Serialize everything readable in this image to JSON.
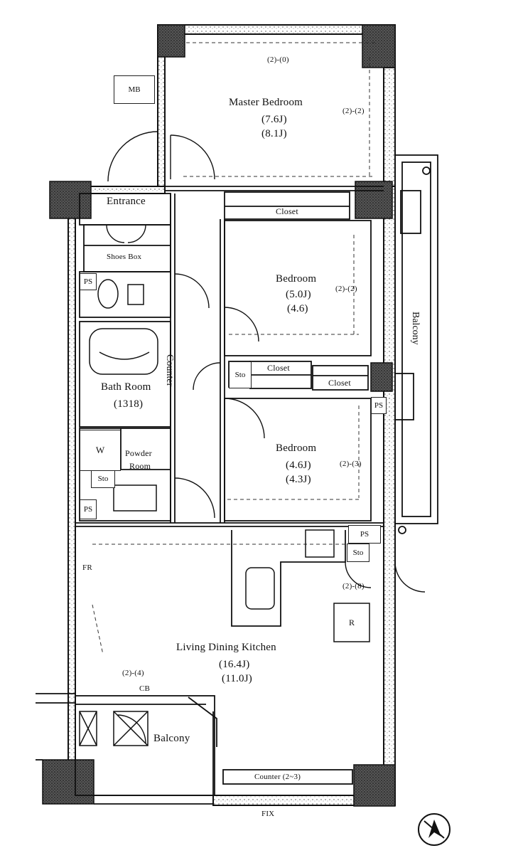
{
  "rooms": {
    "master_bedroom": {
      "name": "Master Bedroom",
      "tatami": "(7.6J)",
      "area": "(8.1J)"
    },
    "bedroom_1": {
      "name": "Bedroom",
      "tatami": "(5.0J)",
      "area": "(4.6)"
    },
    "bedroom_2": {
      "name": "Bedroom",
      "tatami": "(4.6J)",
      "area": "(4.3J)"
    },
    "ldk": {
      "name": "Living Dining Kitchen",
      "tatami": "(16.4J)",
      "area": "(11.0J)"
    },
    "bath": {
      "name": "Bath Room",
      "size": "(1318)"
    },
    "powder": {
      "name_line1": "Powder",
      "name_line2": "Room"
    },
    "entrance": {
      "name": "Entrance"
    },
    "shoes_box": {
      "name": "Shoes Box"
    },
    "balcony_side": {
      "name": "Balcony"
    },
    "balcony_small": {
      "name": "Balcony"
    },
    "counter": {
      "name": "Counter"
    }
  },
  "closets": {
    "master": "Closet",
    "mid_left": "Closet",
    "mid_right": "Closet",
    "counter_bottom": "Counter (2~3)"
  },
  "fixtures": {
    "mb": "MB",
    "ps_list": [
      "PS",
      "PS",
      "PS",
      "PS"
    ],
    "sto_list": [
      "Sto",
      "Sto",
      "Sto"
    ],
    "washer": "W",
    "refrigerator": "R"
  },
  "annotations": {
    "top_ceiling": "(2)-(0)",
    "mb_ceiling": "(2)-(2)",
    "b1_ceiling": "(2)-(2)",
    "b2_ceiling": "(2)-(3)",
    "ldk_fr": "FR",
    "ldk_cb": "CB",
    "ldk_ceiling": "(2)-(4)",
    "door_ceiling": "(2)-(8)",
    "bottom": "FIX"
  }
}
